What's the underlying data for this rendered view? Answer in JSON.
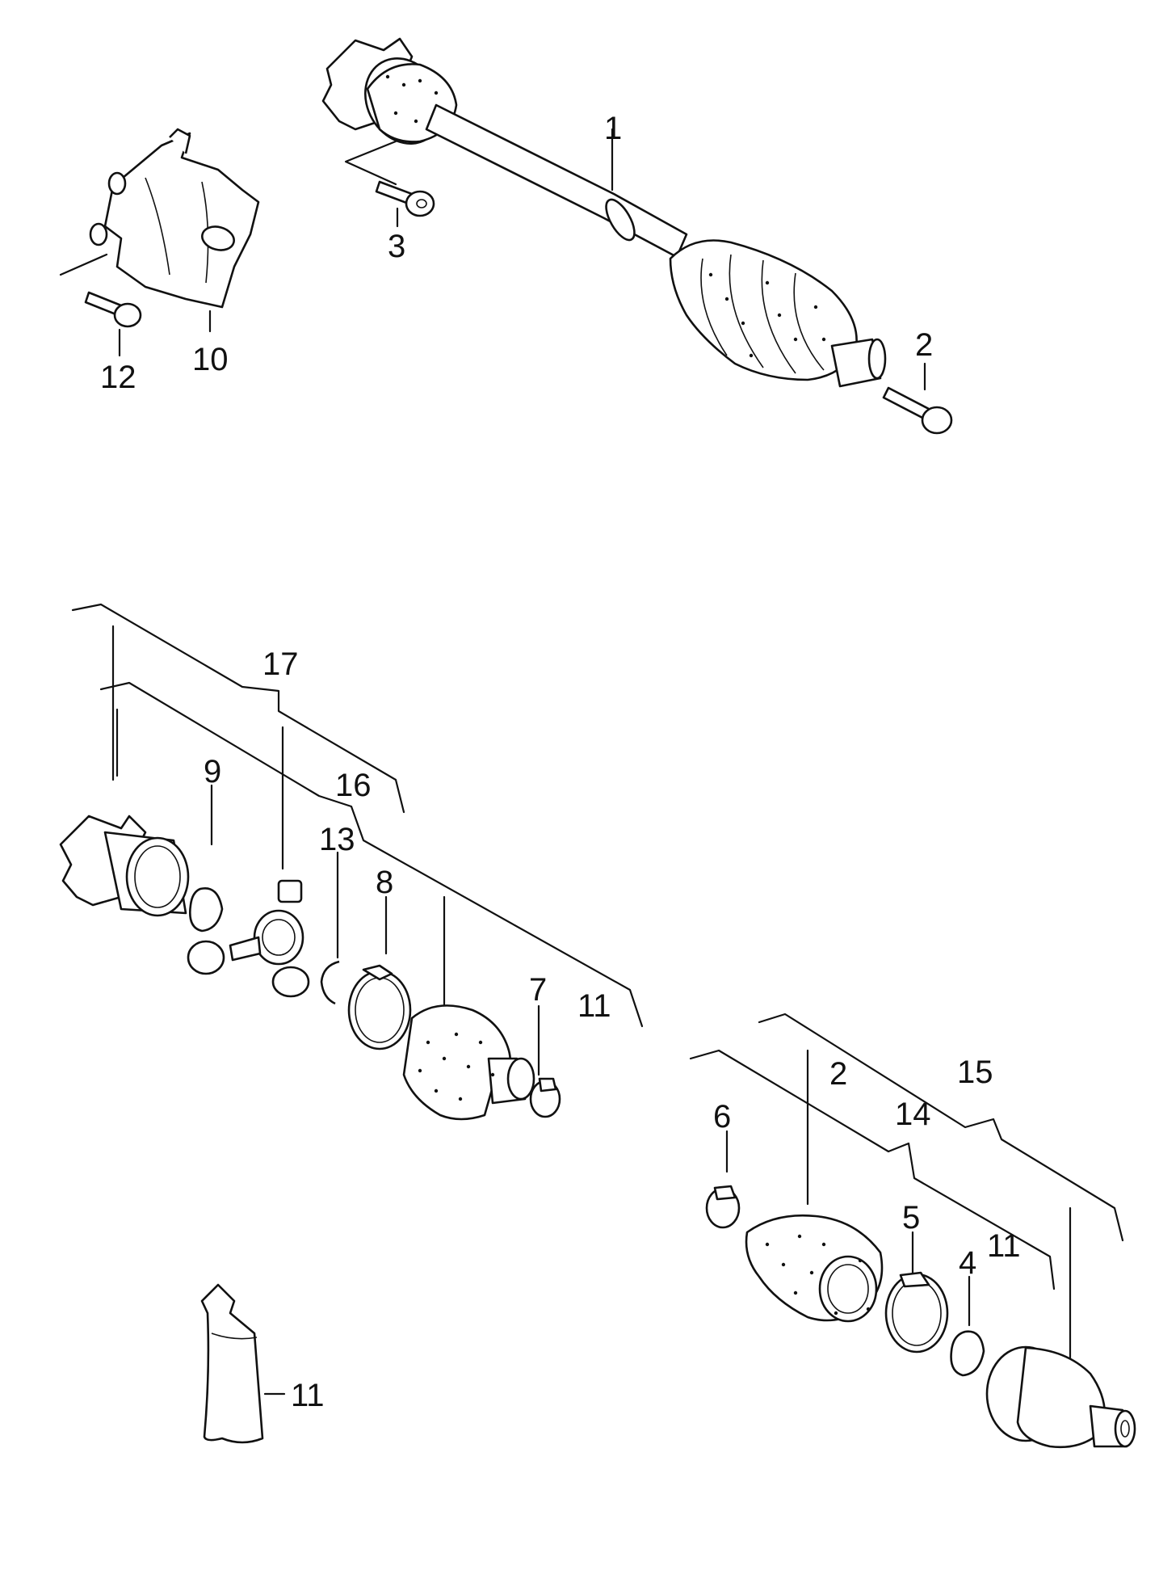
{
  "callouts": {
    "c1": "1",
    "c2_top": "2",
    "c3": "3",
    "c10": "10",
    "c12": "12",
    "c17": "17",
    "c16": "16",
    "c9": "9",
    "c13": "13",
    "c8": "8",
    "c7": "7",
    "c11_mid": "11",
    "c6": "6",
    "c2_bottom": "2",
    "c15": "15",
    "c14": "14",
    "c5": "5",
    "c4": "4",
    "c11_right": "11",
    "c11_tube": "11"
  },
  "colors": {
    "ink": "#111111",
    "paper": "#ffffff"
  }
}
